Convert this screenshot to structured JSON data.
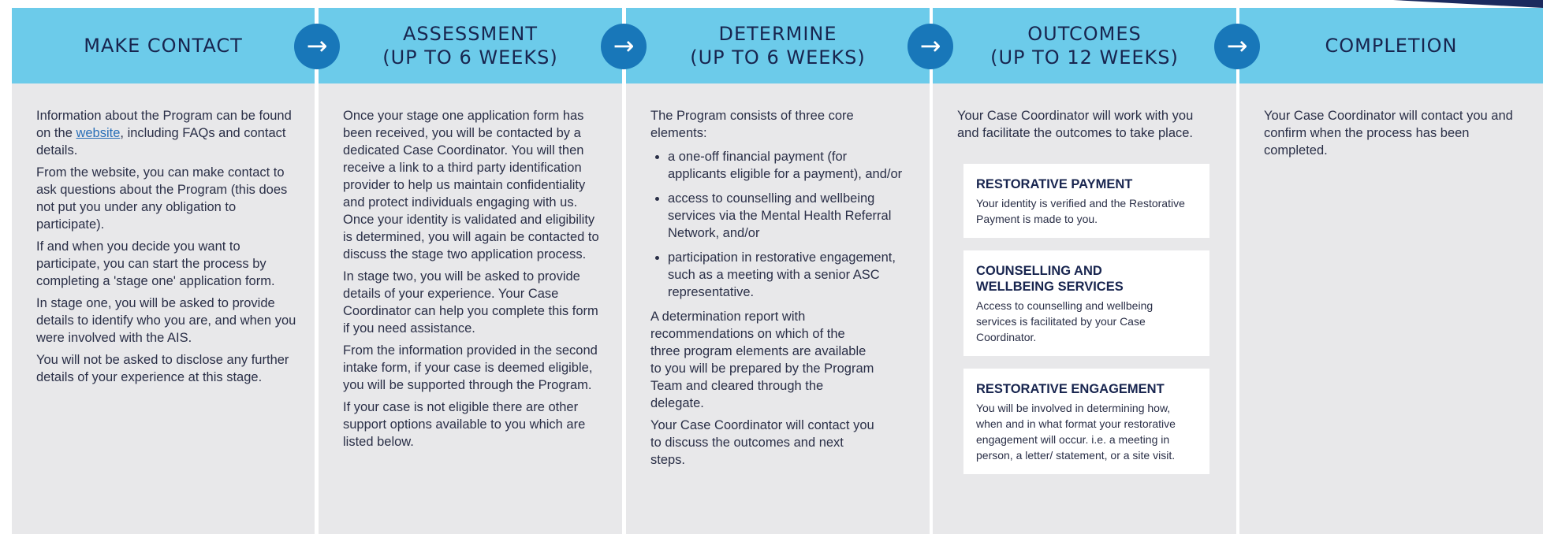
{
  "stages": [
    {
      "title_lines": [
        "MAKE CONTACT"
      ],
      "paragraphs": [
        {
          "pre": "Information about the Program can be found on the ",
          "link": "website",
          "post": ", including FAQs and contact details."
        },
        {
          "text": "From the website, you can make contact to ask questions about the Program (this does not put you under any obligation to participate)."
        },
        {
          "text": "If and when you decide you want to participate, you can start the process by completing a 'stage one' application form."
        },
        {
          "text": "In stage one, you will be asked to provide details to identify who you are, and when you were involved with the AIS."
        },
        {
          "text": "You will not be asked to disclose any further details of your experience at this stage."
        }
      ]
    },
    {
      "title_lines": [
        "ASSESSMENT",
        "(UP TO 6 WEEKS)"
      ],
      "paragraphs": [
        "Once your stage one application form has been received, you will be contacted by a dedicated Case Coordinator. You will then receive a link to a third party identification provider to help us maintain confidentiality and protect individuals engaging with us. Once your identity is validated and eligibility is determined, you will again be contacted to discuss the stage two application process.",
        "In stage two, you will be asked to provide details of your experience. Your Case Coordinator can help you complete this form if you need assistance.",
        "From the information provided in the second intake form, if your case is deemed eligible, you will be supported through the Program.",
        "If your case is not eligible there are other support options available to you which are listed below."
      ]
    },
    {
      "title_lines": [
        "DETERMINE",
        "(UP TO 6 WEEKS)"
      ],
      "intro": "The Program consists of three core elements:",
      "bullets": [
        "a one-off financial payment (for applicants eligible for a payment), and/or",
        "access to counselling and wellbeing services via the Mental Health Referral Network, and/or",
        "participation in restorative engagement, such as a meeting with a senior ASC representative."
      ],
      "paragraphs": [
        "A determination report with recommendations on which of the three program elements are available to you will be prepared by the Program Team and cleared through the delegate.",
        "Your Case Coordinator will contact you to discuss the outcomes and next steps."
      ]
    },
    {
      "title_lines": [
        "OUTCOMES",
        "(UP TO 12 WEEKS)"
      ],
      "intro": "Your Case Coordinator will work with you and facilitate the outcomes to take place.",
      "cards": [
        {
          "title": "RESTORATIVE PAYMENT",
          "desc": "Your identity is verified and the Restorative Payment is made to you."
        },
        {
          "title": "COUNSELLING AND WELLBEING SERVICES",
          "desc": "Access to counselling and wellbeing services is facilitated by your Case Coordinator."
        },
        {
          "title": "RESTORATIVE ENGAGEMENT",
          "desc": "You will be involved in determining how, when and in what format your restorative engagement will occur. i.e. a meeting in person, a letter/ statement, or a site visit."
        }
      ]
    },
    {
      "title_lines": [
        "COMPLETION"
      ],
      "paragraphs": [
        "Your Case Coordinator will contact you and confirm when the process has been completed."
      ]
    }
  ],
  "arrow_icon": "arrow-right-icon",
  "colors": {
    "header": "#6ccbea",
    "arrow": "#1877b9",
    "panel": "#e8e8ea",
    "title": "#18254f"
  }
}
